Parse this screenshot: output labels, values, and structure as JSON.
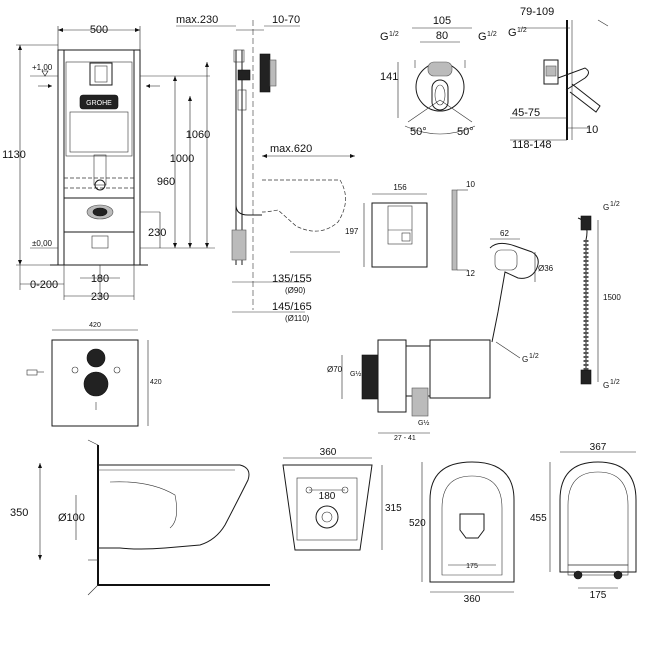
{
  "frame": {
    "width": "500",
    "max_depth": "max.230",
    "depth_range": "10-70",
    "height_total": "1130",
    "height_1060": "1060",
    "height_1000": "1000",
    "height_960": "960",
    "height_230": "230",
    "level_top": "+1,00",
    "level_zero": "±0,00",
    "bottom_180": "180",
    "bottom_230": "230",
    "bottom_range": "0-200",
    "max_620": "max.620",
    "pipe_1": "135/155",
    "pipe_1_sub": "(Ø90)",
    "pipe_2": "145/165",
    "pipe_2_sub": "(Ø110)",
    "brand": "GROHE"
  },
  "mixer": {
    "w105": "105",
    "w80": "80",
    "g_left": "G",
    "g_right": "G",
    "thread": "1/2",
    "h141": "141",
    "angle_left": "50°",
    "angle_right": "50°",
    "range_79_109": "79-109",
    "side_g": "G",
    "range_45_75": "45-75",
    "d10": "10",
    "range_118_148": "118-148"
  },
  "plate": {
    "w156": "156",
    "h197": "197",
    "d10": "10",
    "d12": "12"
  },
  "bidet": {
    "w62": "62",
    "d36": "Ø36",
    "g": "G",
    "thread": "1/2"
  },
  "hose": {
    "g_top": "G",
    "thread": "1/2",
    "length": "1500",
    "g_bottom": "G"
  },
  "soundpad": {
    "w": "420",
    "h": "420"
  },
  "valve": {
    "d70": "Ø70",
    "g_left": "G½",
    "g_bottom": "G½",
    "range": "27 - 41"
  },
  "bowl_side": {
    "h350": "350",
    "d100": "Ø100"
  },
  "bowl_top": {
    "w360": "360",
    "h180": "180",
    "d315": "315"
  },
  "bowl_plan": {
    "h520": "520",
    "w175": "175",
    "w360": "360"
  },
  "seat": {
    "w367": "367",
    "h455": "455",
    "w175": "175"
  }
}
